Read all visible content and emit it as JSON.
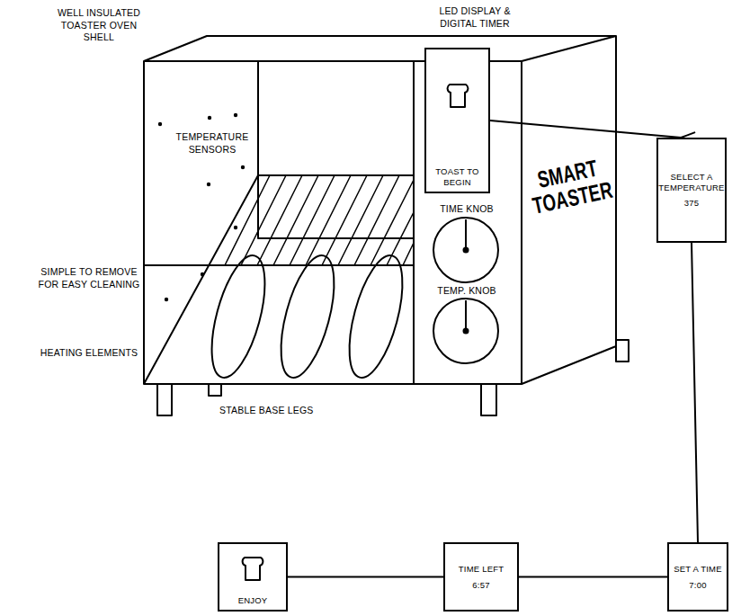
{
  "diagram": {
    "nodes": [
      {
        "text": [
          "TOAST TO BEGIN"
        ]
      },
      {
        "text": [
          "SELECT A TEMPERATURE",
          "375"
        ]
      },
      {
        "text": [
          "SET A TIME",
          "7:00"
        ]
      },
      {
        "text": [
          "TIME LEFT",
          "6:57"
        ]
      },
      {
        "text": [
          "ENJOY"
        ]
      }
    ],
    "edges": [
      {
        "from": 0,
        "to": 1,
        "arrow": "to"
      },
      {
        "from": 1,
        "to": 2,
        "arrow": "to"
      },
      {
        "from": 2,
        "to": 3,
        "arrow": "to"
      },
      {
        "from": 3,
        "to": 4,
        "arrow": "to"
      }
    ],
    "labels": [
      "WELL INSULATED TOASTER OVEN SHELL",
      "LED DISPLAY & DIGITAL TIMER",
      "TEMPERATURE SENSORS",
      "SMART TOASTER",
      "TIME KNOB",
      "SIMPLE TO REMOVE FOR EASY CLEANING",
      "TEMP. KNOB",
      "HEATING ELEMENTS",
      "STABLE BASE LEGS"
    ]
  }
}
